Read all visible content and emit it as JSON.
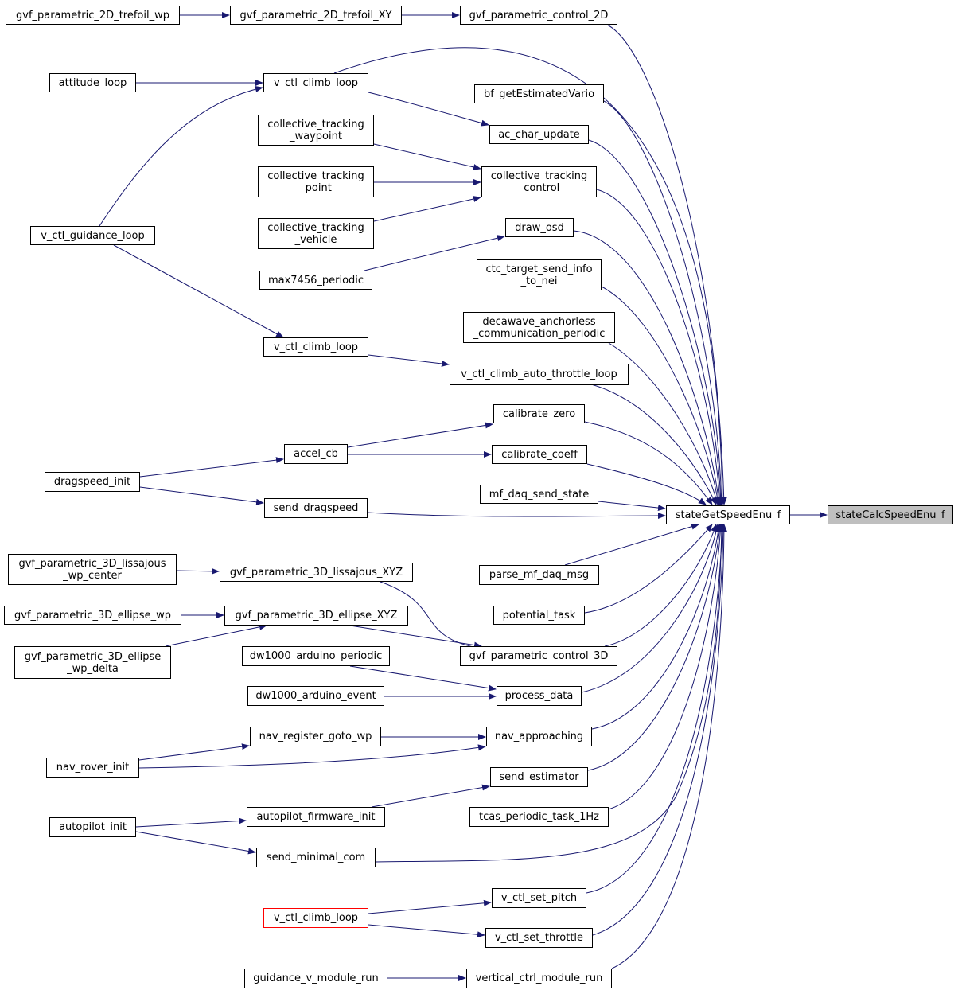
{
  "colors": {
    "edge": "#191970",
    "node_border": "#000000",
    "focus_fill": "#bfbfbf",
    "highlight_border": "#ff0000"
  },
  "nodes": {
    "trefoil_wp": "gvf_parametric_2D_trefoil_wp",
    "trefoil_xy": "gvf_parametric_2D_trefoil_XY",
    "control_2d": "gvf_parametric_control_2D",
    "attitude_loop": "attitude_loop",
    "climb_loop_1": "v_ctl_climb_loop",
    "estimated_vario": "bf_getEstimatedVario",
    "ac_char_update": "ac_char_update",
    "ct_waypoint": "collective_tracking\n_waypoint",
    "ct_control": "collective_tracking\n_control",
    "ct_point": "collective_tracking\n_point",
    "guidance_loop": "v_ctl_guidance_loop",
    "ct_vehicle": "collective_tracking\n_vehicle",
    "draw_osd": "draw_osd",
    "max7456": "max7456_periodic",
    "ctc_target": "ctc_target_send_info\n_to_nei",
    "decawave": "decawave_anchorless\n_communication_periodic",
    "climb_loop_2": "v_ctl_climb_loop",
    "auto_throttle": "v_ctl_climb_auto_throttle_loop",
    "calibrate_zero": "calibrate_zero",
    "accel_cb": "accel_cb",
    "calibrate_coeff": "calibrate_coeff",
    "dragspeed_init": "dragspeed_init",
    "mf_daq_send": "mf_daq_send_state",
    "send_dragspeed": "send_dragspeed",
    "get_speed": "stateGetSpeedEnu_f",
    "calc_speed": "stateCalcSpeedEnu_f",
    "lissajous_wp": "gvf_parametric_3D_lissajous\n_wp_center",
    "lissajous_xyz": "gvf_parametric_3D_lissajous_XYZ",
    "parse_mf": "parse_mf_daq_msg",
    "potential": "potential_task",
    "ellipse_wp": "gvf_parametric_3D_ellipse_wp",
    "ellipse_xyz": "gvf_parametric_3D_ellipse_XYZ",
    "ellipse_delta": "gvf_parametric_3D_ellipse\n_wp_delta",
    "control_3d": "gvf_parametric_control_3D",
    "dw_periodic": "dw1000_arduino_periodic",
    "process_data": "process_data",
    "dw_event": "dw1000_arduino_event",
    "goto_wp": "nav_register_goto_wp",
    "nav_approaching": "nav_approaching",
    "rover_init": "nav_rover_init",
    "send_estimator": "send_estimator",
    "firmware_init": "autopilot_firmware_init",
    "tcas": "tcas_periodic_task_1Hz",
    "autopilot_init": "autopilot_init",
    "minimal_com": "send_minimal_com",
    "set_pitch": "v_ctl_set_pitch",
    "climb_loop_3": "v_ctl_climb_loop",
    "set_throttle": "v_ctl_set_throttle",
    "guidance_v": "guidance_v_module_run",
    "vertical_ctrl": "vertical_ctrl_module_run"
  }
}
